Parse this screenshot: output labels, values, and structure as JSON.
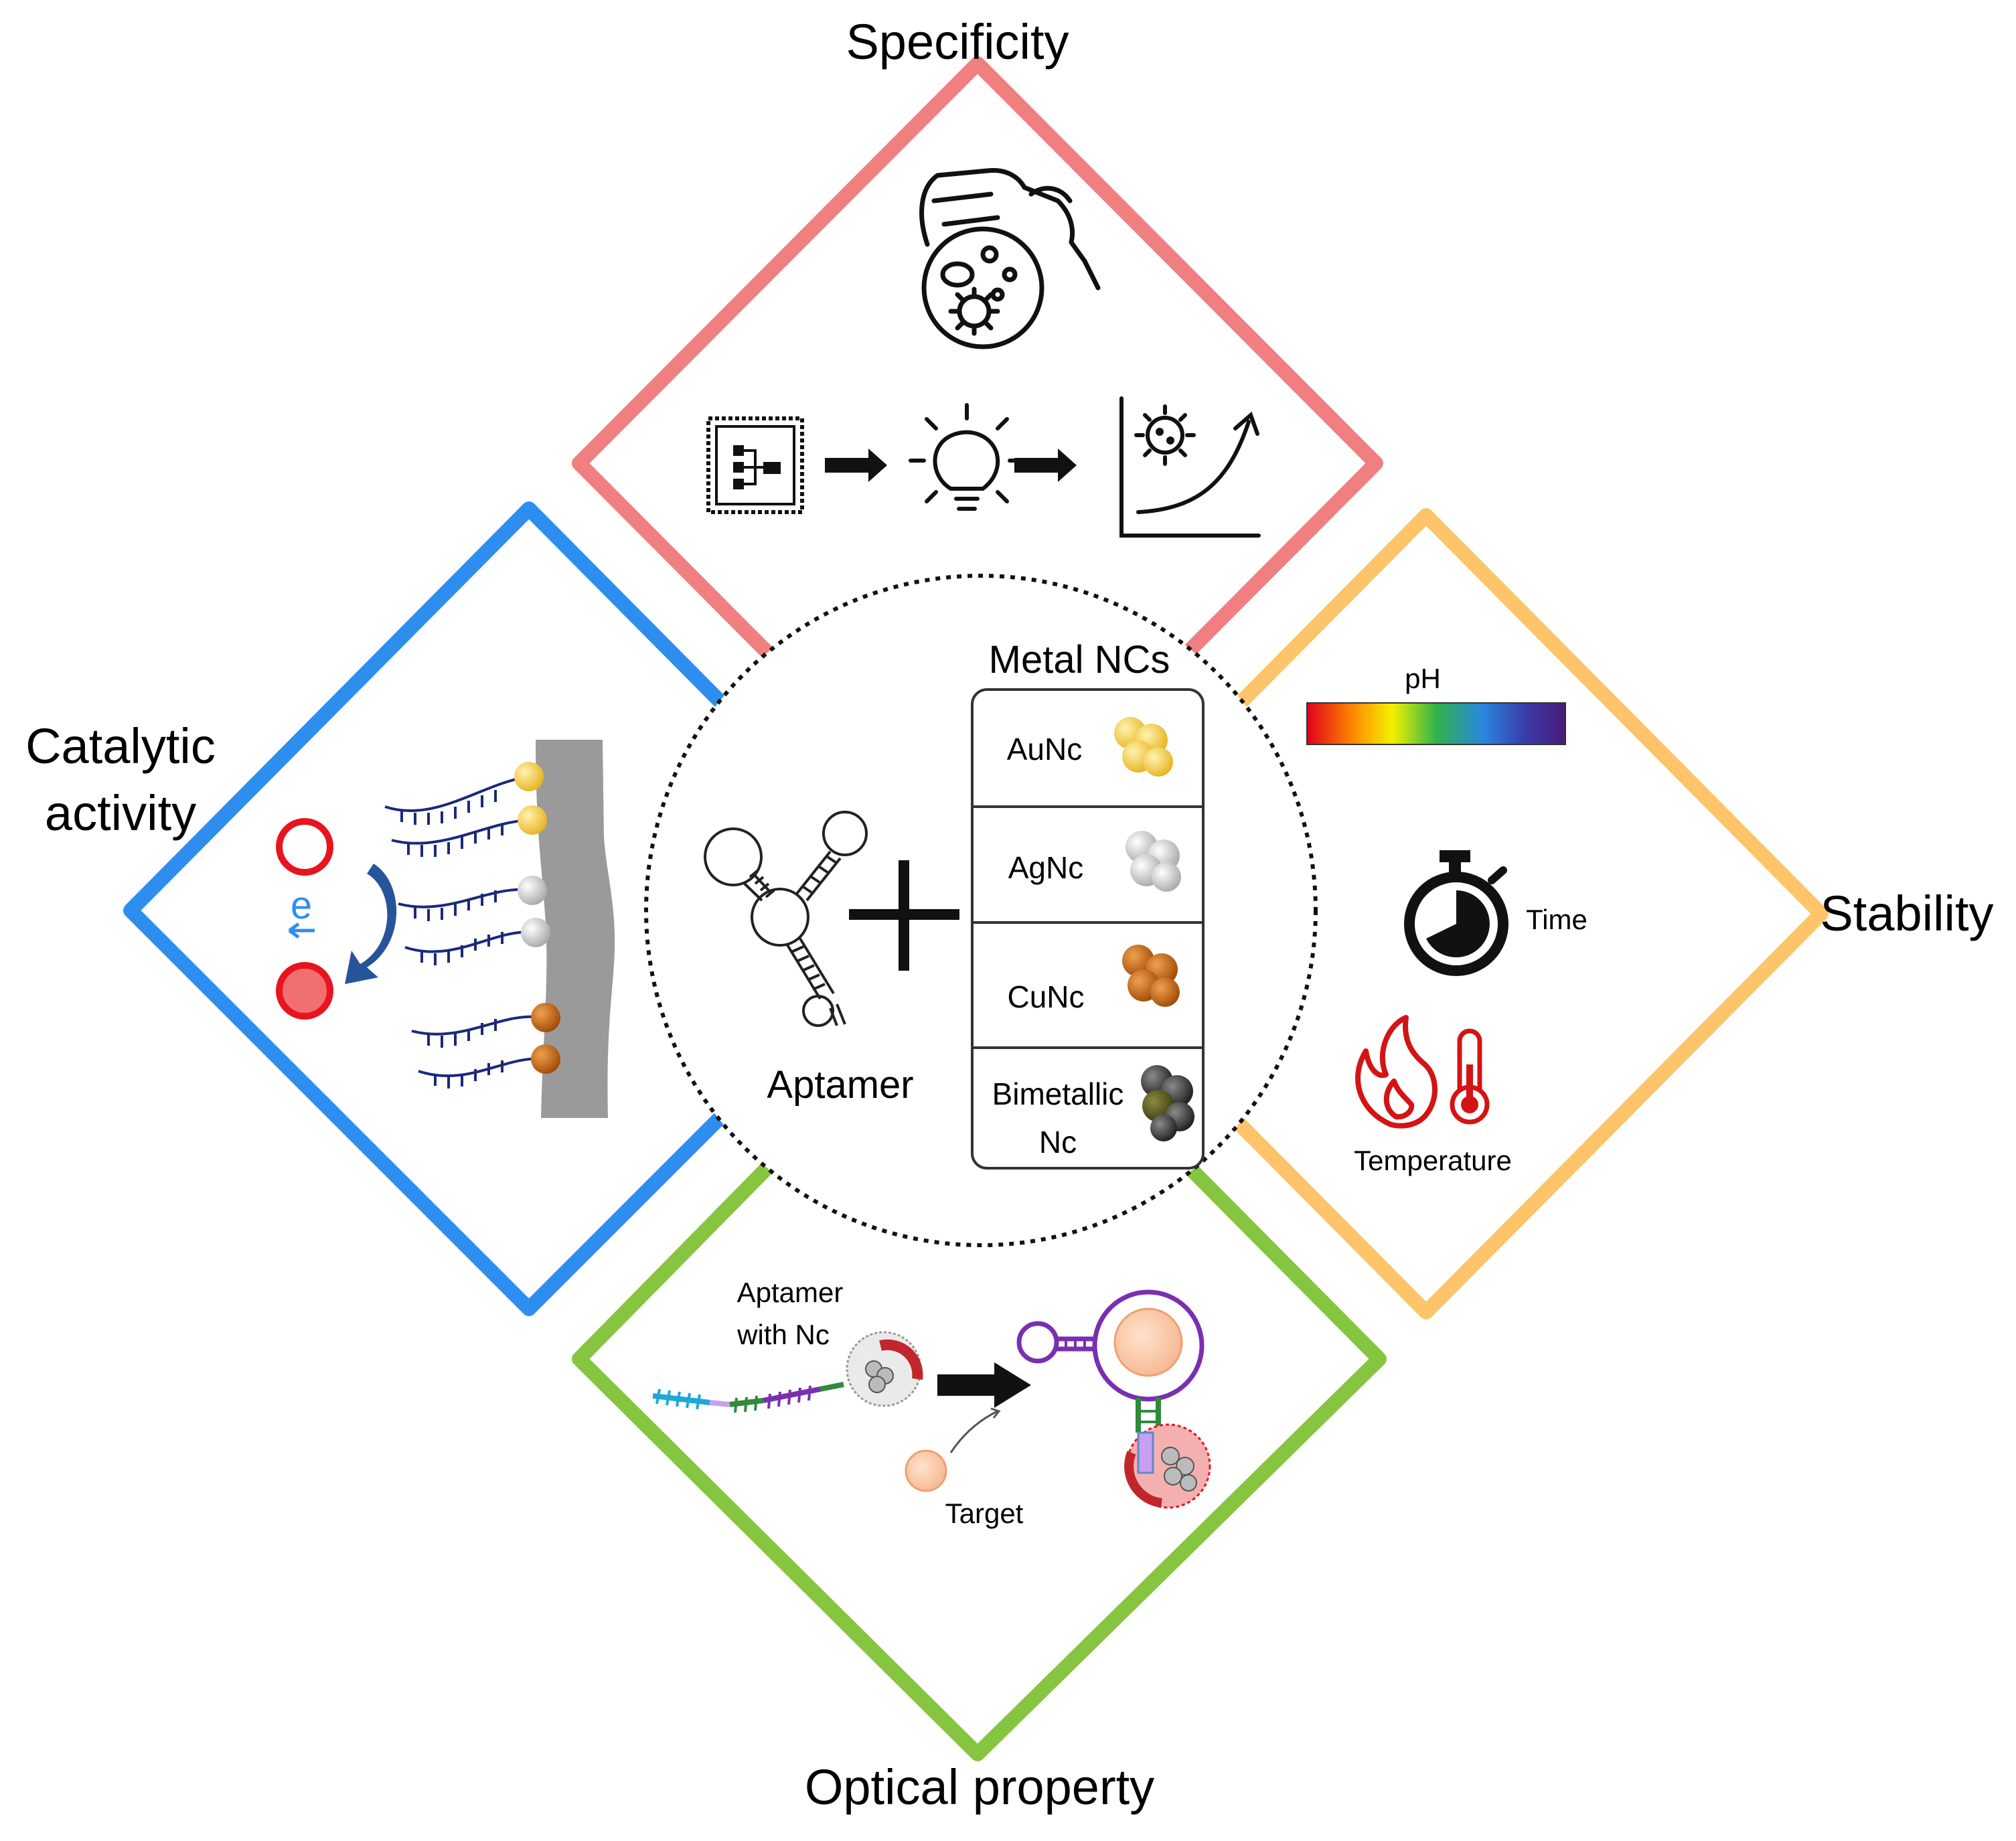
{
  "labels": {
    "specificity": "Specificity",
    "stability": "Stability",
    "optical": "Optical property",
    "catalytic_line1": "Catalytic",
    "catalytic_line2": "activity",
    "metal_ncs": "Metal NCs",
    "aptamer": "Aptamer",
    "ph": "pH",
    "time": "Time",
    "temperature": "Temperature",
    "aptamer_with_nc_line1": "Aptamer",
    "aptamer_with_nc_line2": "with Nc",
    "target": "Target",
    "electron": "e"
  },
  "nc_table": [
    {
      "label": "AuNc",
      "color": "#f2c94c"
    },
    {
      "label": "AgNc",
      "color": "#c8c8c8"
    },
    {
      "label": "CuNc",
      "color": "#c8640f"
    },
    {
      "label": "Bimetallic",
      "label2": "Nc",
      "color": "#3a3a3a"
    }
  ],
  "colors": {
    "specificity": "#f08080",
    "stability": "#fdc46a",
    "optical": "#86c540",
    "catalytic": "#2d8ef0",
    "redox": "#e8141e",
    "dna": "#1a2a7a",
    "electrode": "#9a9a9a"
  },
  "icons": [
    "hand-petri-dish-icon",
    "circuit-chip-icon",
    "arrow-right-icon",
    "lightbulb-icon",
    "virus-growth-graph-icon",
    "stopwatch-icon",
    "flame-icon",
    "thermometer-icon",
    "ph-gradient-bar",
    "aptamer-hairpin-icon",
    "plus-icon",
    "nanocluster-icon"
  ]
}
